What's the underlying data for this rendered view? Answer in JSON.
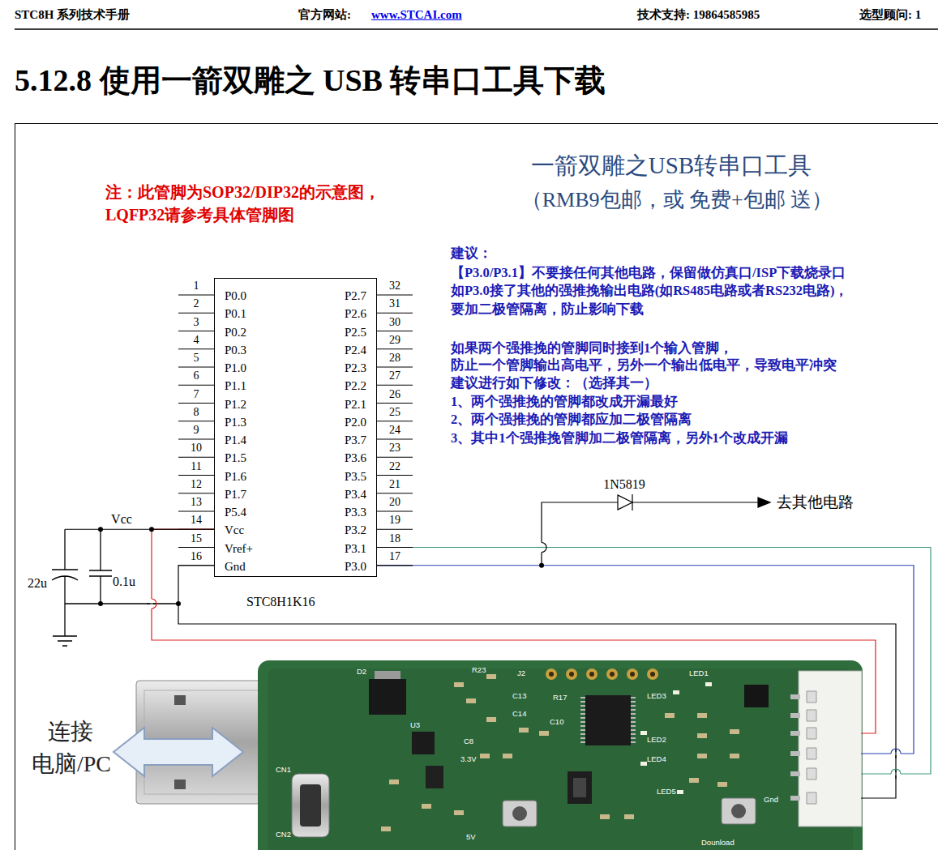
{
  "diagram": {
    "title": "5.12.8 使用一箭双雕之 USB 转串口工具下载",
    "nodes": [
      {
        "text": [
          "STC8H1K16"
        ]
      },
      {
        "text": [
          "D2",
          "R23",
          "J2",
          "C13",
          "C14",
          "R17",
          "C10",
          "U3",
          "C8",
          "3.3V",
          "LED1",
          "LED3",
          "LED2",
          "LED4",
          "LED5",
          "CN1",
          "CN2",
          "5V",
          "Gnd",
          "Dounload"
        ]
      }
    ],
    "edges": [
      {
        "from": 0,
        "to": 1,
        "arrow": "none"
      },
      {
        "from": 0,
        "to": 1,
        "arrow": "none"
      },
      {
        "from": 0,
        "to": 1,
        "arrow": "none"
      },
      {
        "from": 0,
        "to": 1,
        "arrow": "none"
      }
    ],
    "labels": [
      "STC8H 系列技术手册",
      "官方网站:",
      "www.STCAI.com",
      "技术支持: 19864585985",
      "选型顾问: 1",
      "注：此管脚为SOP32/DIP32的示意图，",
      "LQFP32请参考具体管脚图",
      "一箭双雕之USB转串口工具",
      "（RMB9包邮，或 免费+包邮 送）",
      "建议：",
      "【P3.0/P3.1】不要接任何其他电路，保留做仿真口/ISP下载烧录口",
      "如P3.0接了其他的强推挽输出电路(如RS485电路或者RS232电路)，",
      "要加二极管隔离，防止影响下载",
      "如果两个强推挽的管脚同时接到1个输入管脚，",
      "防止一个管脚输出高电平，另外一个输出低电平，导致电平冲突",
      "建议进行如下修改：（选择其一）",
      "1、两个强推挽的管脚都改成开漏最好",
      "2、两个强推挽的管脚都应加二极管隔离",
      "3、其中1个强推挽管脚加二极管隔离，另外1个改成开漏",
      "1",
      "2",
      "3",
      "4",
      "5",
      "6",
      "7",
      "8",
      "9",
      "10",
      "11",
      "12",
      "13",
      "14",
      "15",
      "16",
      "P0.0",
      "P0.1",
      "P0.2",
      "P0.3",
      "P1.0",
      "P1.1",
      "P1.2",
      "P1.3",
      "P1.4",
      "P1.5",
      "P1.6",
      "P1.7",
      "P5.4",
      "Vcc",
      "Vref+",
      "Gnd",
      "32",
      "31",
      "30",
      "29",
      "28",
      "27",
      "26",
      "25",
      "24",
      "23",
      "22",
      "21",
      "20",
      "19",
      "18",
      "17",
      "P2.7",
      "P2.6",
      "P2.5",
      "P2.4",
      "P2.3",
      "P2.2",
      "P2.1",
      "P2.0",
      "P3.7",
      "P3.6",
      "P3.5",
      "P3.4",
      "P3.3",
      "P3.2",
      "P3.1",
      "P3.0",
      "Vcc",
      "22u",
      "0.1u",
      "1N5819",
      "去其他电路",
      "连接",
      "电脑/PC"
    ]
  }
}
